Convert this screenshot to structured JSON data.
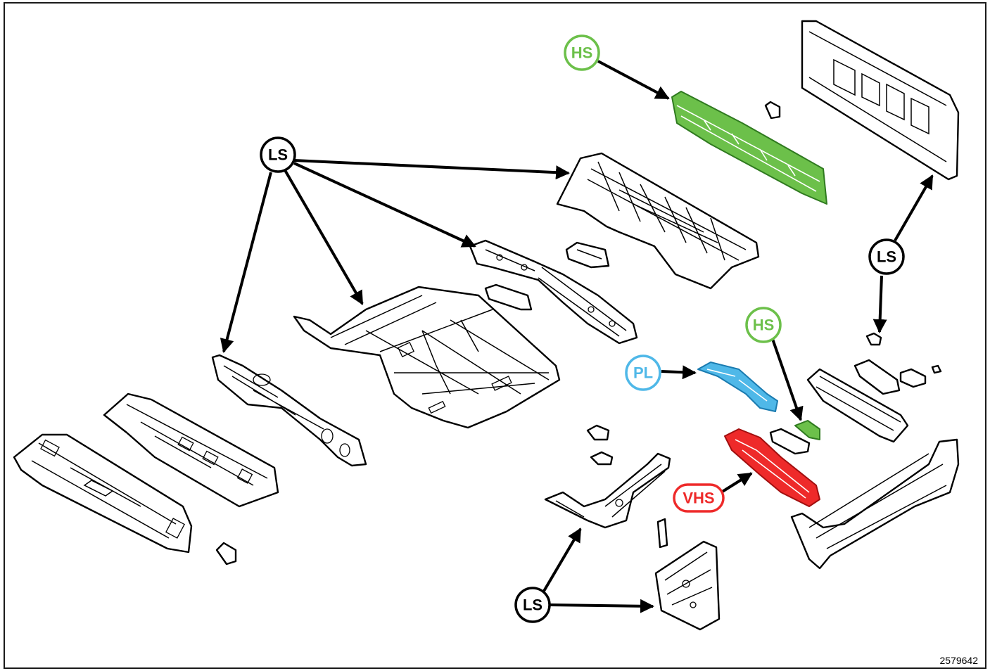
{
  "callouts": {
    "ls_main": "LS",
    "ls_right": "LS",
    "ls_bottom": "LS",
    "hs_top": "HS",
    "hs_mid": "HS",
    "pl": "PL",
    "vhs": "VHS"
  },
  "colors": {
    "ls": "#000000",
    "hs": "#6cc04a",
    "pl": "#4fb8e8",
    "vhs": "#ee2a2a"
  },
  "figure_number": "2579642"
}
